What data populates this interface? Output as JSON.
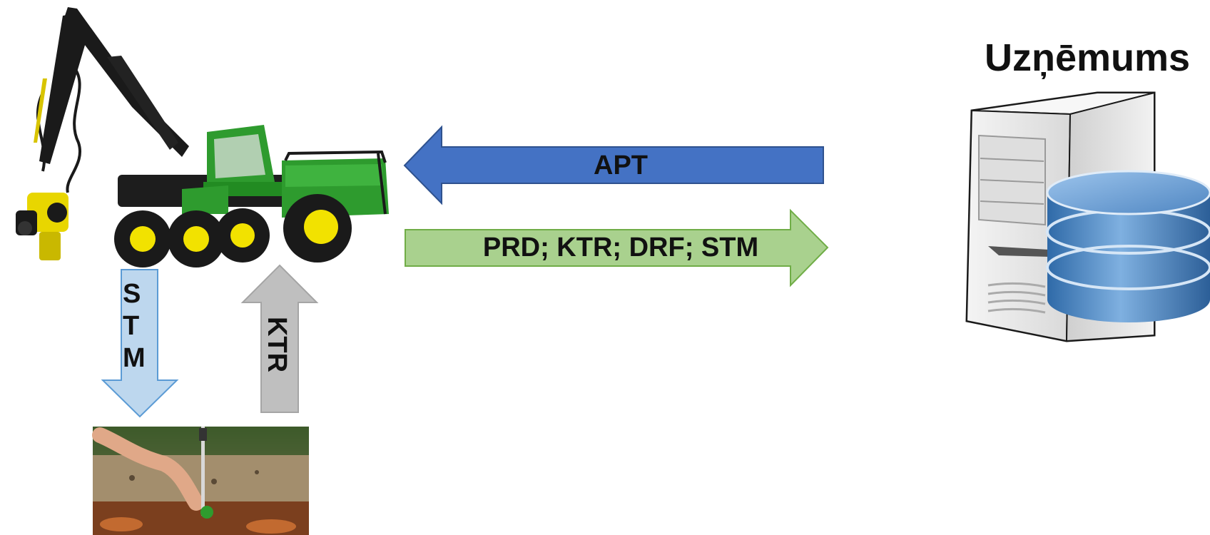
{
  "company": {
    "title": "Uzņēmums"
  },
  "arrows": {
    "apt": {
      "label": "APT",
      "color": "#4472c4"
    },
    "prd": {
      "label": "PRD; KTR; DRF; STM",
      "color": "#a9d18e"
    },
    "stm": {
      "letters": [
        "S",
        "T",
        "M"
      ],
      "color": "#bdd7ee"
    },
    "ktr": {
      "label": "KTR",
      "color": "#bfbfbf"
    }
  },
  "icons": {
    "harvester": "forest-harvester-icon",
    "server": "server-database-icon",
    "log": "log-measurement-photo-icon"
  },
  "colors": {
    "harvester_body": "#2e9b2e",
    "harvester_wheels": "#f2e200",
    "server_case": "#e8e8e8",
    "database": "#4a86c5"
  }
}
